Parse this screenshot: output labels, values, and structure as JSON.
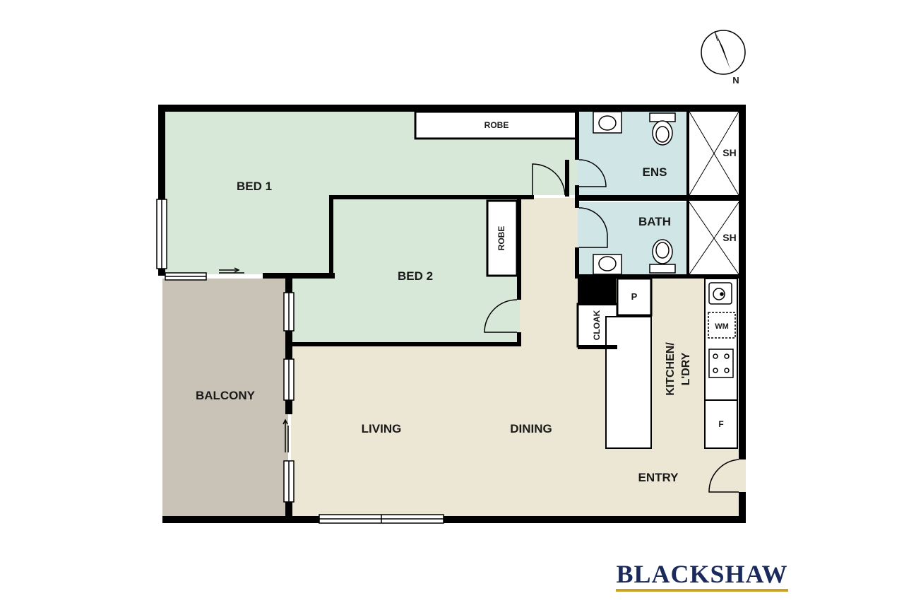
{
  "rooms": {
    "bed1": "BED 1",
    "bed2": "BED 2",
    "robe_top": "ROBE",
    "robe_side": "ROBE",
    "ens": "ENS",
    "bath": "BATH",
    "shower_ens": "SH",
    "shower_bath": "SH",
    "balcony": "BALCONY",
    "living": "LIVING",
    "dining": "DINING",
    "entry": "ENTRY",
    "kitchen_line1": "KITCHEN/",
    "kitchen_line2": "L'DRY",
    "cloak": "CLOAK",
    "pantry": "P",
    "washing_machine": "WM",
    "fridge": "F"
  },
  "compass": {
    "label": "N"
  },
  "brand": {
    "name": "BLACKSHAW"
  },
  "colors": {
    "bedroom": "#d8e8d8",
    "wet_area": "#cfe5e6",
    "living": "#ece6d4",
    "balcony": "#c9c3b7",
    "wall": "#000000",
    "brand_blue": "#1b2a5c",
    "brand_gold": "#c9a227"
  }
}
